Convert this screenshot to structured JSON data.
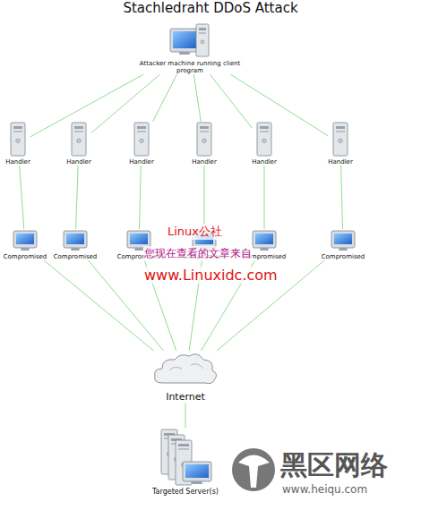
{
  "diagram": {
    "title": "Stachledraht DDoS Attack",
    "nodes": [
      {
        "text": [
          "Attacker machine running client program"
        ]
      },
      {
        "text": [
          "Handler"
        ]
      },
      {
        "text": [
          "Handler"
        ]
      },
      {
        "text": [
          "Handler"
        ]
      },
      {
        "text": [
          "Handler"
        ]
      },
      {
        "text": [
          "Handler"
        ]
      },
      {
        "text": [
          "Handler"
        ]
      },
      {
        "text": [
          "Compromised"
        ]
      },
      {
        "text": [
          "Compromised"
        ]
      },
      {
        "text": [
          "Compromised"
        ]
      },
      {
        "text": [
          "Compromised"
        ]
      },
      {
        "text": [
          "Compromised"
        ]
      },
      {
        "text": [
          "Compromised"
        ]
      },
      {
        "text": [
          "Internet"
        ]
      },
      {
        "text": [
          "Targeted Server(s)"
        ]
      }
    ],
    "edges": [
      {
        "from": 0,
        "to": 1,
        "arrow": "none"
      },
      {
        "from": 0,
        "to": 2,
        "arrow": "none"
      },
      {
        "from": 0,
        "to": 3,
        "arrow": "none"
      },
      {
        "from": 0,
        "to": 4,
        "arrow": "none"
      },
      {
        "from": 0,
        "to": 5,
        "arrow": "none"
      },
      {
        "from": 0,
        "to": 6,
        "arrow": "none"
      },
      {
        "from": 1,
        "to": 7,
        "arrow": "none"
      },
      {
        "from": 2,
        "to": 8,
        "arrow": "none"
      },
      {
        "from": 3,
        "to": 9,
        "arrow": "none"
      },
      {
        "from": 4,
        "to": 10,
        "arrow": "none"
      },
      {
        "from": 5,
        "to": 11,
        "arrow": "none"
      },
      {
        "from": 6,
        "to": 12,
        "arrow": "none"
      },
      {
        "from": 7,
        "to": 13,
        "arrow": "none"
      },
      {
        "from": 8,
        "to": 13,
        "arrow": "none"
      },
      {
        "from": 9,
        "to": 13,
        "arrow": "none"
      },
      {
        "from": 10,
        "to": 13,
        "arrow": "none"
      },
      {
        "from": 11,
        "to": 13,
        "arrow": "none"
      },
      {
        "from": 12,
        "to": 13,
        "arrow": "none"
      },
      {
        "from": 13,
        "to": 14,
        "arrow": "none"
      }
    ],
    "labels": [
      "Linux公社",
      "您现在查看的文章来自",
      "www.Linuxidc.com",
      "黑区网络",
      "www.heiqu.com"
    ]
  }
}
